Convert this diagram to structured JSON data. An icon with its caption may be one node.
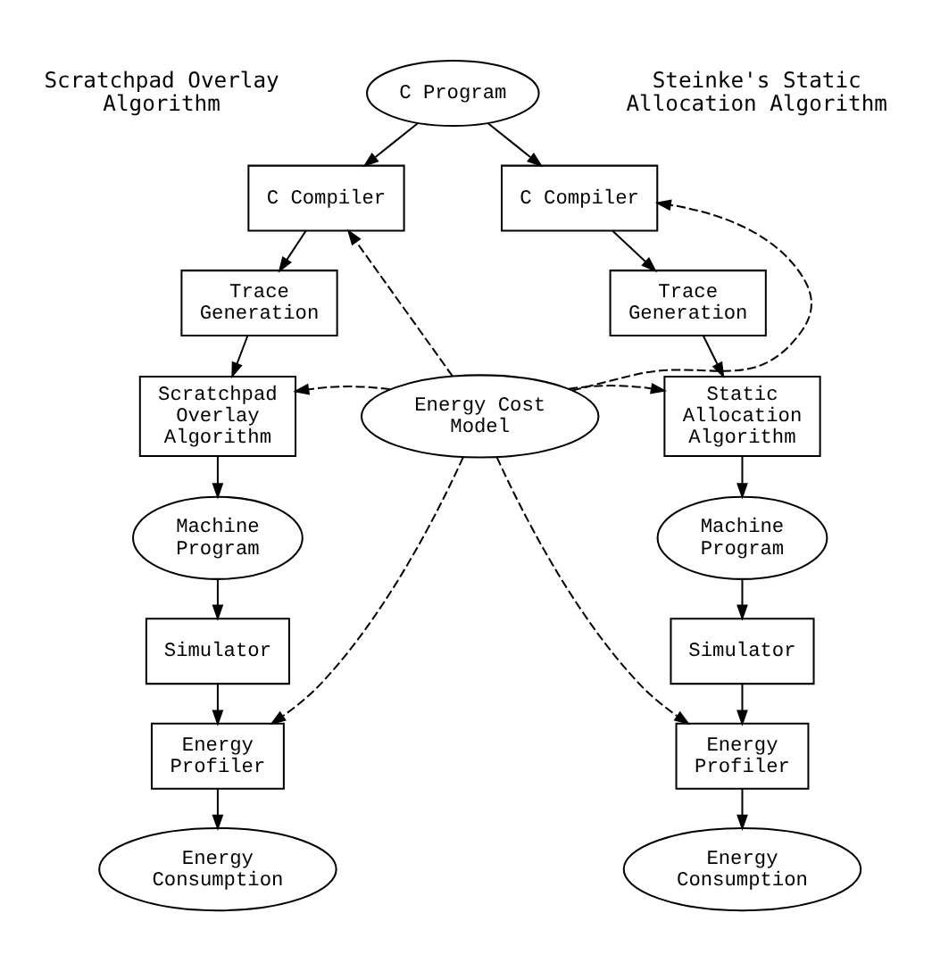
{
  "diagram": {
    "nodes": [
      {
        "text": [
          "C Program"
        ]
      },
      {
        "text": [
          "C Compiler"
        ]
      },
      {
        "text": [
          "Trace Generation"
        ]
      },
      {
        "text": [
          "Scratchpad Overlay Algorithm"
        ]
      },
      {
        "text": [
          "Machine Program"
        ]
      },
      {
        "text": [
          "Simulator"
        ]
      },
      {
        "text": [
          "Energy Profiler"
        ]
      },
      {
        "text": [
          "Energy Consumption"
        ]
      },
      {
        "text": [
          "C Compiler"
        ]
      },
      {
        "text": [
          "Trace Generation"
        ]
      },
      {
        "text": [
          "Static Allocation Algorithm"
        ]
      },
      {
        "text": [
          "Machine Program"
        ]
      },
      {
        "text": [
          "Simulator"
        ]
      },
      {
        "text": [
          "Energy Profiler"
        ]
      },
      {
        "text": [
          "Energy Consumption"
        ]
      },
      {
        "text": [
          "Energy Cost Model"
        ]
      }
    ],
    "edges": [
      {
        "from": 0,
        "to": 1,
        "arrow": "to"
      },
      {
        "from": 0,
        "to": 8,
        "arrow": "to"
      },
      {
        "from": 1,
        "to": 2,
        "arrow": "to"
      },
      {
        "from": 2,
        "to": 3,
        "arrow": "to"
      },
      {
        "from": 3,
        "to": 4,
        "arrow": "to"
      },
      {
        "from": 4,
        "to": 5,
        "arrow": "to"
      },
      {
        "from": 5,
        "to": 6,
        "arrow": "to"
      },
      {
        "from": 6,
        "to": 7,
        "arrow": "to"
      },
      {
        "from": 8,
        "to": 9,
        "arrow": "to"
      },
      {
        "from": 9,
        "to": 10,
        "arrow": "to"
      },
      {
        "from": 10,
        "to": 11,
        "arrow": "to"
      },
      {
        "from": 11,
        "to": 12,
        "arrow": "to"
      },
      {
        "from": 12,
        "to": 13,
        "arrow": "to"
      },
      {
        "from": 13,
        "to": 14,
        "arrow": "to"
      },
      {
        "from": 15,
        "to": 1,
        "arrow": "to",
        "style": "dashed"
      },
      {
        "from": 15,
        "to": 8,
        "arrow": "to",
        "style": "dashed"
      },
      {
        "from": 15,
        "to": 3,
        "arrow": "to",
        "style": "dashed"
      },
      {
        "from": 15,
        "to": 10,
        "arrow": "to",
        "style": "dashed"
      },
      {
        "from": 15,
        "to": 6,
        "arrow": "to",
        "style": "dashed"
      },
      {
        "from": 15,
        "to": 13,
        "arrow": "to",
        "style": "dashed"
      }
    ],
    "labels": [
      "Scratchpad Overlay Algorithm",
      "Steinke's Static Allocation Algorithm"
    ]
  }
}
